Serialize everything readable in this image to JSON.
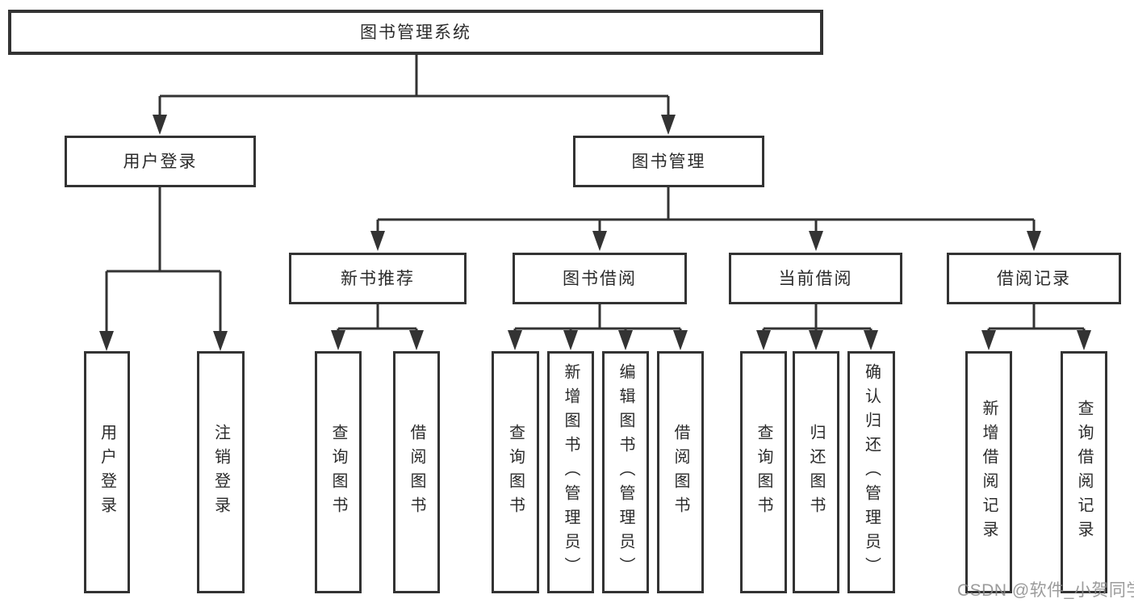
{
  "diagram": {
    "type": "hierarchy-tree",
    "root": {
      "label": "图书管理系统"
    },
    "level2": [
      {
        "label": "用户登录"
      },
      {
        "label": "图书管理"
      }
    ],
    "level3": [
      {
        "label": "新书推荐"
      },
      {
        "label": "图书借阅"
      },
      {
        "label": "当前借阅"
      },
      {
        "label": "借阅记录"
      }
    ],
    "leaves": {
      "user_login": [
        "用户登录",
        "注销登录"
      ],
      "new_books": [
        "查询图书",
        "借阅图书"
      ],
      "book_borrow": [
        "查询图书",
        "新增图书（管理员）",
        "编辑图书（管理员）",
        "借阅图书"
      ],
      "current_borrow": [
        "查询图书",
        "归还图书",
        "确认归还（管理员）"
      ],
      "borrow_records": [
        "新增借阅记录",
        "查询借阅记录"
      ]
    }
  },
  "watermark": {
    "text": "CSDN @软件_小贺同学"
  },
  "colors": {
    "line": "#333333",
    "box_border": "#333333",
    "text": "#2b2b2b",
    "watermark": "#8a8a8a",
    "background": "#ffffff"
  }
}
